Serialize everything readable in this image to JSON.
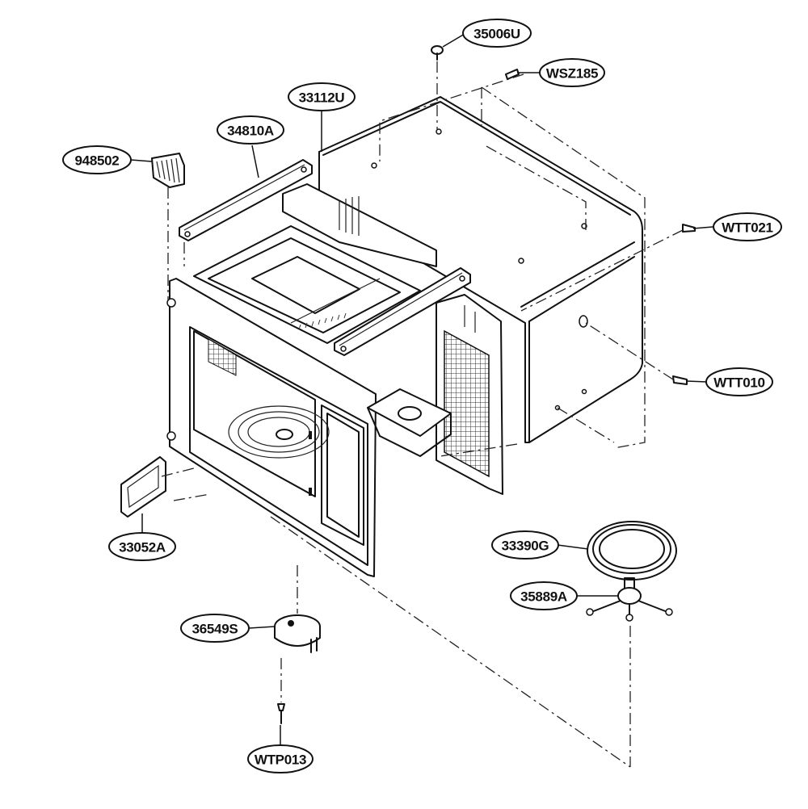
{
  "callouts": {
    "c35006U": "35006U",
    "cWSZ185": "WSZ185",
    "c33112U": "33112U",
    "c34810A": "34810A",
    "c948502": "948502",
    "cWTT021": "WTT021",
    "cWTT010": "WTT010",
    "c33052A": "33052A",
    "c33390G": "33390G",
    "c35889A": "35889A",
    "c36549S": "36549S",
    "cWTP013": "WTP013"
  }
}
